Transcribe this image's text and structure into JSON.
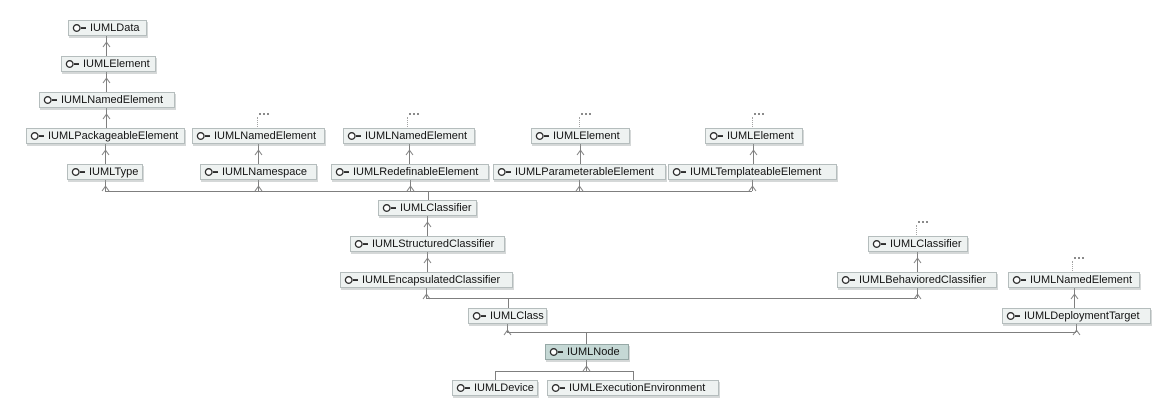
{
  "diagram": {
    "description": "UML interface generalization hierarchy",
    "selected_label": "IUMLNode",
    "nodes": [
      {
        "id": "iuml-data",
        "label": "IUMLData",
        "selected": false,
        "collapsed_indicator": false
      },
      {
        "id": "iuml-element-a",
        "label": "IUMLElement",
        "selected": false,
        "collapsed_indicator": false
      },
      {
        "id": "iuml-named-element-a",
        "label": "IUMLNamedElement",
        "selected": false,
        "collapsed_indicator": false
      },
      {
        "id": "iuml-packageable-element",
        "label": "IUMLPackageableElement",
        "selected": false,
        "collapsed_indicator": false
      },
      {
        "id": "iuml-named-element-b",
        "label": "IUMLNamedElement",
        "selected": false,
        "collapsed_indicator": true
      },
      {
        "id": "iuml-named-element-c",
        "label": "IUMLNamedElement",
        "selected": false,
        "collapsed_indicator": true
      },
      {
        "id": "iuml-element-b",
        "label": "IUMLElement",
        "selected": false,
        "collapsed_indicator": true
      },
      {
        "id": "iuml-element-c",
        "label": "IUMLElement",
        "selected": false,
        "collapsed_indicator": true
      },
      {
        "id": "iuml-type",
        "label": "IUMLType",
        "selected": false,
        "collapsed_indicator": false
      },
      {
        "id": "iuml-namespace",
        "label": "IUMLNamespace",
        "selected": false,
        "collapsed_indicator": false
      },
      {
        "id": "iuml-redefinable-element",
        "label": "IUMLRedefinableElement",
        "selected": false,
        "collapsed_indicator": false
      },
      {
        "id": "iuml-parameterable-element",
        "label": "IUMLParameterableElement",
        "selected": false,
        "collapsed_indicator": false
      },
      {
        "id": "iuml-templateable-element",
        "label": "IUMLTemplateableElement",
        "selected": false,
        "collapsed_indicator": false
      },
      {
        "id": "iuml-classifier-a",
        "label": "IUMLClassifier",
        "selected": false,
        "collapsed_indicator": false
      },
      {
        "id": "iuml-structured-classifier",
        "label": "IUMLStructuredClassifier",
        "selected": false,
        "collapsed_indicator": false
      },
      {
        "id": "iuml-classifier-b",
        "label": "IUMLClassifier",
        "selected": false,
        "collapsed_indicator": true
      },
      {
        "id": "iuml-encapsulated-classifier",
        "label": "IUMLEncapsulatedClassifier",
        "selected": false,
        "collapsed_indicator": false
      },
      {
        "id": "iuml-behaviored-classifier",
        "label": "IUMLBehavioredClassifier",
        "selected": false,
        "collapsed_indicator": false
      },
      {
        "id": "iuml-named-element-d",
        "label": "IUMLNamedElement",
        "selected": false,
        "collapsed_indicator": true
      },
      {
        "id": "iuml-class",
        "label": "IUMLClass",
        "selected": false,
        "collapsed_indicator": false
      },
      {
        "id": "iuml-deployment-target",
        "label": "IUMLDeploymentTarget",
        "selected": false,
        "collapsed_indicator": false
      },
      {
        "id": "iuml-node",
        "label": "IUMLNode",
        "selected": true,
        "collapsed_indicator": false
      },
      {
        "id": "iuml-device",
        "label": "IUMLDevice",
        "selected": false,
        "collapsed_indicator": false
      },
      {
        "id": "iuml-execution-environment",
        "label": "IUMLExecutionEnvironment",
        "selected": false,
        "collapsed_indicator": false
      }
    ],
    "collapsed_indicator_glyph": "..."
  },
  "icons": {
    "node_icon": "interface-lollipop-icon",
    "edge_arrow": "generalization-arrow-up"
  },
  "colors": {
    "background": "#ffffff",
    "node_fill": "#eef2f1",
    "node_border": "#b5bdbd",
    "selected_fill": "#c5d8d5",
    "selected_border": "#96a8a6",
    "edge": "#7f7f7f",
    "text": "#121212"
  }
}
